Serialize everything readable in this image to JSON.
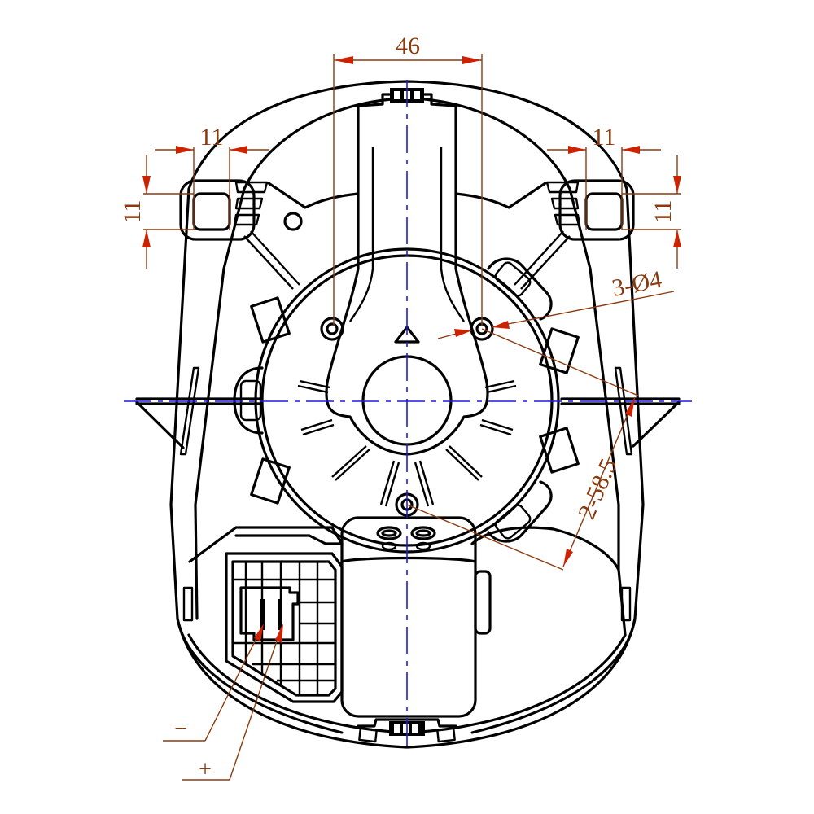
{
  "drawing": {
    "subject": "blower motor housing - top view",
    "colors": {
      "outline": "#000000",
      "centerline": "#1a1ae6",
      "dimension_line": "#8b3a0e",
      "arrowhead": "#cc2200"
    }
  },
  "dimensions": {
    "top_width": "46",
    "left_tab_width": "11",
    "left_tab_height": "11",
    "right_tab_width": "11",
    "right_tab_height": "11",
    "mount_holes": "3-Ø4",
    "hole_spacing": "2-58.5"
  },
  "terminals": {
    "negative_label": "−",
    "positive_label": "+"
  }
}
